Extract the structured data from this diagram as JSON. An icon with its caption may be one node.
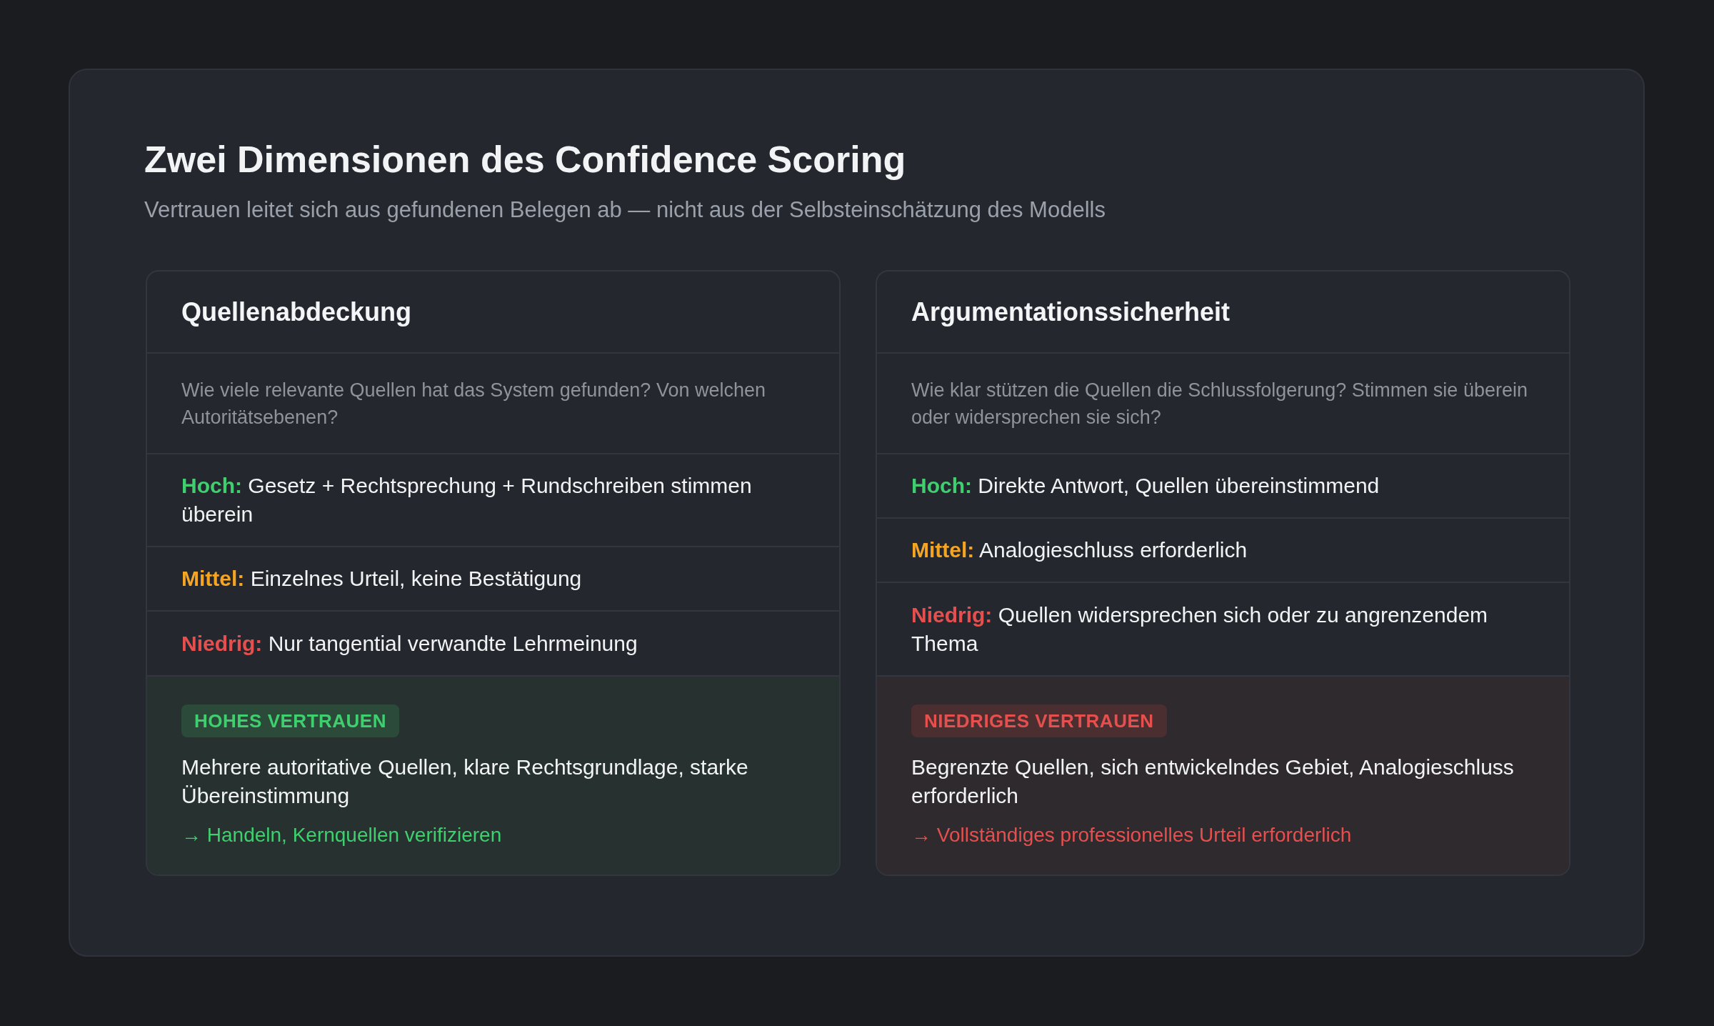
{
  "diagram": {
    "title": "Zwei Dimensionen des Confidence Scoring",
    "nodes": [
      {
        "text": [
          "Quellenabdeckung"
        ]
      },
      {
        "text": [
          "Wie viele relevante Quellen hat das System gefunden? Von welchen Autoritätsebenen?"
        ],
        "in": 0
      },
      {
        "text": [
          "**Hoch:** Gesetz + Rechtsprechung + Rundschreiben stimmen überein"
        ],
        "in": 0
      },
      {
        "text": [
          "**Mittel:** Einzelnes Urteil, keine Bestätigung"
        ],
        "in": 0
      },
      {
        "text": [
          "**Niedrig:** Nur tangential verwandte Lehrmeinung"
        ],
        "in": 0
      },
      {
        "text": [
          "Mehrere autoritative Quellen, klare Rechtsgrundlage, starke Übereinstimmung",
          "→ Handeln, Kernquellen verifizieren"
        ],
        "in": 0
      },
      {
        "text": [
          "HOHES VERTRAUEN"
        ],
        "in": 5
      },
      {
        "text": [
          "Argumentationssicherheit"
        ]
      },
      {
        "text": [
          "Wie klar stützen die Quellen die Schlussfolgerung? Stimmen sie überein oder widersprechen sie sich?"
        ],
        "in": 7
      },
      {
        "text": [
          "**Hoch:** Direkte Antwort, Quellen übereinstimmend"
        ],
        "in": 7
      },
      {
        "text": [
          "**Mittel:** Analogieschluss erforderlich"
        ],
        "in": 7
      },
      {
        "text": [
          "**Niedrig:** Quellen widersprechen sich oder zu angrenzendem Thema"
        ],
        "in": 7
      },
      {
        "text": [
          "Begrenzte Quellen, sich entwickelndes Gebiet, Analogieschluss erforderlich",
          "→ Vollständiges professionelles Urteil erforderlich"
        ],
        "in": 7
      },
      {
        "text": [
          "NIEDRIGES VERTRAUEN"
        ],
        "in": 12
      }
    ],
    "labels": [
      "Vertrauen leitet sich aus gefundenen Belegen ab — nicht aus der Selbsteinschätzung des Modells"
    ]
  }
}
